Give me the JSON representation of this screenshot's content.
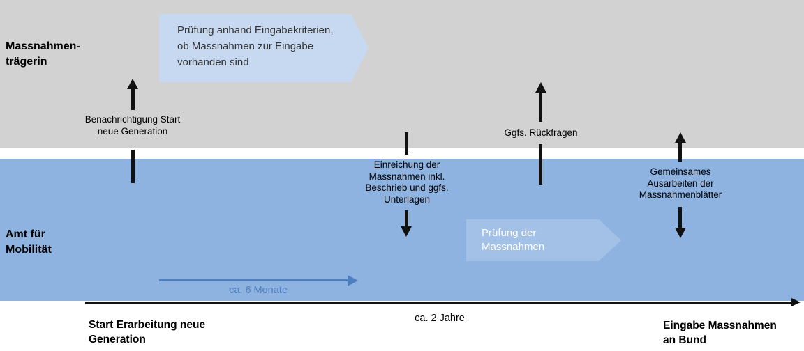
{
  "lanes": {
    "top": {
      "label_lines": [
        "Massnahmen-",
        "trägerin"
      ],
      "bg": "#d2d2d2"
    },
    "bottom": {
      "label_lines": [
        "Amt für",
        "Mobilität"
      ],
      "bg": "#8fb3e0"
    }
  },
  "callouts": {
    "eingabekriterien": {
      "lines": [
        "Prüfung anhand Eingabekriterien,",
        "ob Massnahmen zur Eingabe",
        "vorhanden sind"
      ],
      "bg": "#c7d9f1",
      "text_color": "#333333"
    },
    "pruefung_massnahmen": {
      "lines": [
        "Prüfung der",
        "Massnahmen"
      ],
      "bg": "#a3c0e7",
      "text_color": "#ffffff"
    }
  },
  "flows": {
    "benachrichtigung": {
      "direction": "up",
      "lines": [
        "Benachrichtigung Start",
        "neue Generation"
      ]
    },
    "einreichung": {
      "direction": "down",
      "lines": [
        "Einreichung der",
        "Massnahmen inkl.",
        "Beschrieb und ggfs.",
        "Unterlagen"
      ]
    },
    "rueckfragen": {
      "direction": "up",
      "lines": [
        "Ggfs. Rückfragen"
      ]
    },
    "ausarbeiten": {
      "direction": "up-down",
      "lines": [
        "Gemeinsames",
        "Ausarbeiten der",
        "Massnahmenblätter"
      ]
    }
  },
  "durations": {
    "monate6": {
      "label": "ca. 6 Monate",
      "color": "#4d7ebf"
    },
    "jahre2": {
      "label": "ca. 2 Jahre"
    }
  },
  "timeline": {
    "axis_color": "#111111",
    "start_lines": [
      "Start Erarbeitung neue",
      "Generation"
    ],
    "end_lines": [
      "Eingabe Massnahmen",
      "an Bund"
    ]
  }
}
